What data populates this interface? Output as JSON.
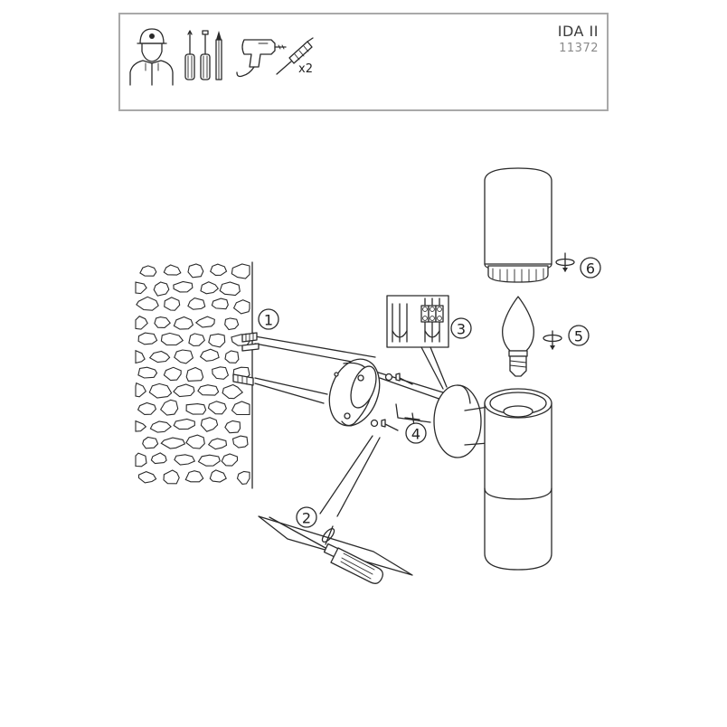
{
  "header": {
    "product_name": "IDA II",
    "product_code": "11372",
    "tool_icons": [
      "installer-icon",
      "screwdriver-phillips-icon",
      "screwdriver-flat-icon",
      "pencil-icon",
      "drill-icon",
      "wall-plug-icon"
    ],
    "plug_count": "x2"
  },
  "steps": [
    {
      "number": "1"
    },
    {
      "number": "2"
    },
    {
      "number": "3"
    },
    {
      "number": "4"
    },
    {
      "number": "5"
    },
    {
      "number": "6"
    }
  ],
  "colors": {
    "line": "#2a2a2a",
    "frame": "#a9a9a9",
    "background": "#ffffff"
  }
}
